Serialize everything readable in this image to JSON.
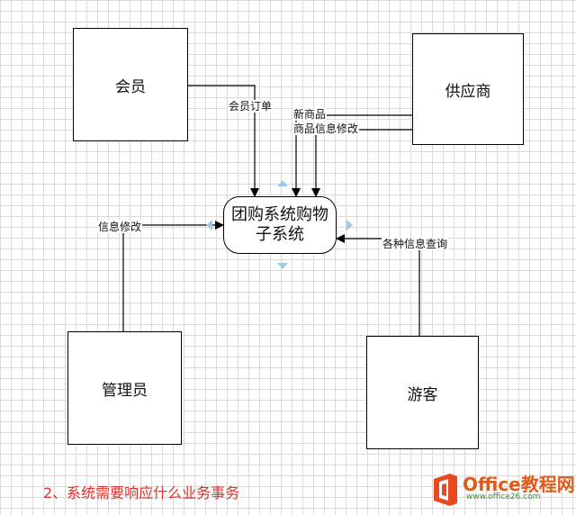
{
  "entities": {
    "member": "会员",
    "supplier": "供应商",
    "admin": "管理员",
    "visitor": "游客"
  },
  "process": {
    "line1": "团购系统购物",
    "line2": "子系统"
  },
  "flows": {
    "member_order": "会员订单",
    "new_product": "新商品",
    "product_info_edit": "商品信息修改",
    "info_edit": "信息修改",
    "info_query": "各种信息查询"
  },
  "note": "2、系统需要响应什么业务事务",
  "watermark": {
    "brand": "Office教程网",
    "url": "www.office26.com"
  },
  "colors": {
    "note": "#e0302a",
    "handle": "#9fc8ea",
    "brand": "#e05a1a"
  }
}
